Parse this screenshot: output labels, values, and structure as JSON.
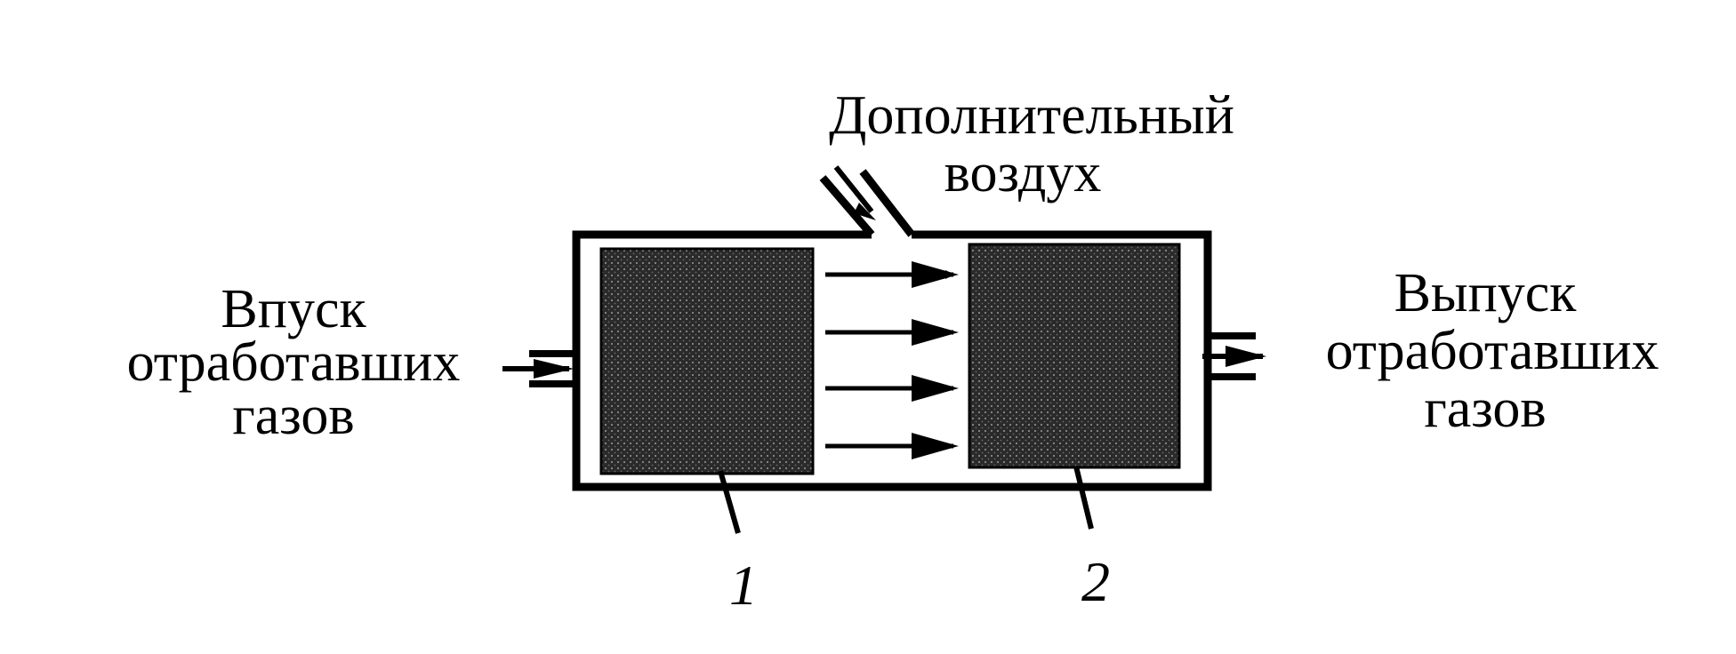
{
  "labels": {
    "additional_air_line1": "Дополнительный",
    "additional_air_line2": "воздух",
    "inlet_line1": "Впуск",
    "inlet_line2": "отработавших",
    "inlet_line3": "газов",
    "outlet_line1": "Выпуск",
    "outlet_line2": "отработавших",
    "outlet_line3": "газов",
    "block1_number": "1",
    "block2_number": "2"
  },
  "colors": {
    "ink": "#000000",
    "paper": "#ffffff",
    "block_fill": "#2a2a2a",
    "block_dots": "#8a8a8a"
  }
}
